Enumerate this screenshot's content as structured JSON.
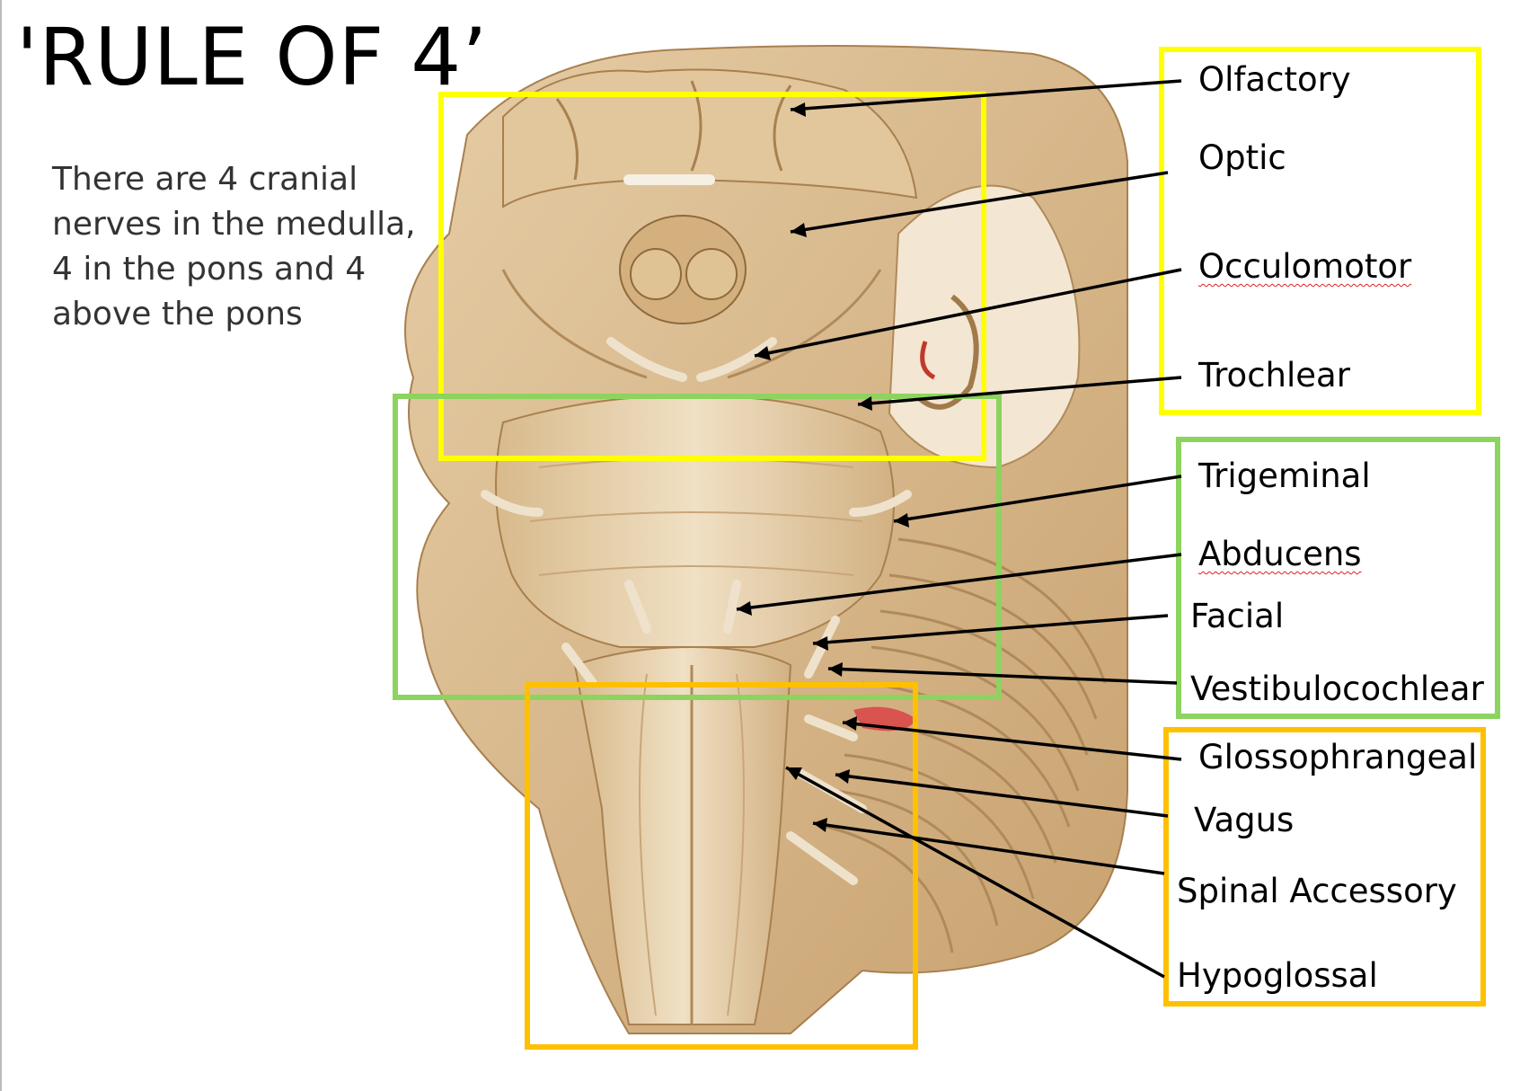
{
  "title": "'RULE OF 4’",
  "intro": "There are 4 cranial nerves in the medulla, 4 in the pons and 4 above the pons",
  "colors": {
    "above_pons": "#ffff00",
    "pons": "#8dd35f",
    "medulla": "#ffc000",
    "tissue": "#d9b98c"
  },
  "groups": [
    {
      "name": "above-pons",
      "labels": [
        "Olfactory",
        "Optic",
        "Occulomotor",
        "Trochlear"
      ]
    },
    {
      "name": "pons",
      "labels": [
        "Trigeminal",
        "Abducens",
        "Facial",
        "Vestibulocochlear"
      ]
    },
    {
      "name": "medulla",
      "labels": [
        "Glossophrangeal",
        "Vagus",
        "Spinal Accessory",
        "Hypoglossal"
      ]
    }
  ]
}
